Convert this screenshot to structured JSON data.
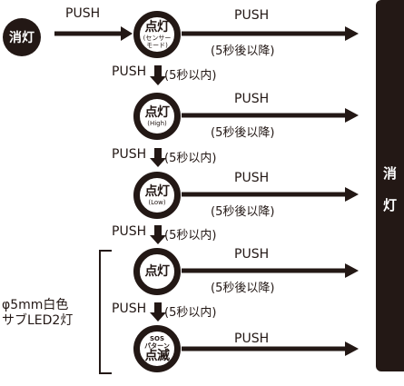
{
  "off_label": "消灯",
  "on_label_1": "消",
  "on_label_2": "灯",
  "push": "PUSH",
  "hold5": "(5秒後以降)",
  "within5": "(5秒以内)",
  "modes": [
    {
      "main": "点灯",
      "sub": "(センサー\nモード)"
    },
    {
      "main": "点灯",
      "sub": "(High)"
    },
    {
      "main": "点灯",
      "sub": "(Low)"
    },
    {
      "main": "点灯",
      "sub": ""
    },
    {
      "main": "点滅",
      "sub": "SOS\nパターン"
    }
  ],
  "sub_led": {
    "line1": "φ5mm白色",
    "line2": "サブLED2灯"
  },
  "colors": {
    "ink": "#231815",
    "bg": "#ffffff"
  }
}
